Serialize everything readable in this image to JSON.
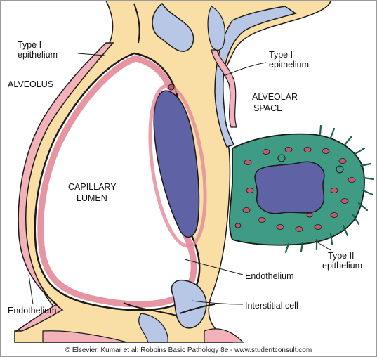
{
  "labels": {
    "type1_left_line1": "Type I",
    "type1_left_line2": "epithelium",
    "alveolus": "ALVEOLUS",
    "type1_right_line1": "Type I",
    "type1_right_line2": "epithelium",
    "alveolar_space_line1": "ALVEOLAR",
    "alveolar_space_line2": "SPACE",
    "capillary_lumen_line1": "CAPILLARY",
    "capillary_lumen_line2": "LUMEN",
    "type2_line1": "Type II",
    "type2_line2": "epithelium",
    "endothelium_right": "Endothelium",
    "endothelium_left": "Endothelium",
    "interstitial_cell": "Interstitial cell"
  },
  "credit": "© Elsevier. Kumar et al: Robbins Basic Pathology 8e - www.studentconsult.com",
  "colors": {
    "interstitium": "#f9dfa6",
    "epithelium_pink": "#f3b2ba",
    "endothelium_pink": "#e58a99",
    "type1_cell_blue": "#b8c7e6",
    "nucleus": "#5f63a6",
    "type2_cell": "#3f9b84",
    "type2_cell_dark": "#1f5f4e",
    "granule": "#c05a6e",
    "outline": "#1a1a1a"
  }
}
